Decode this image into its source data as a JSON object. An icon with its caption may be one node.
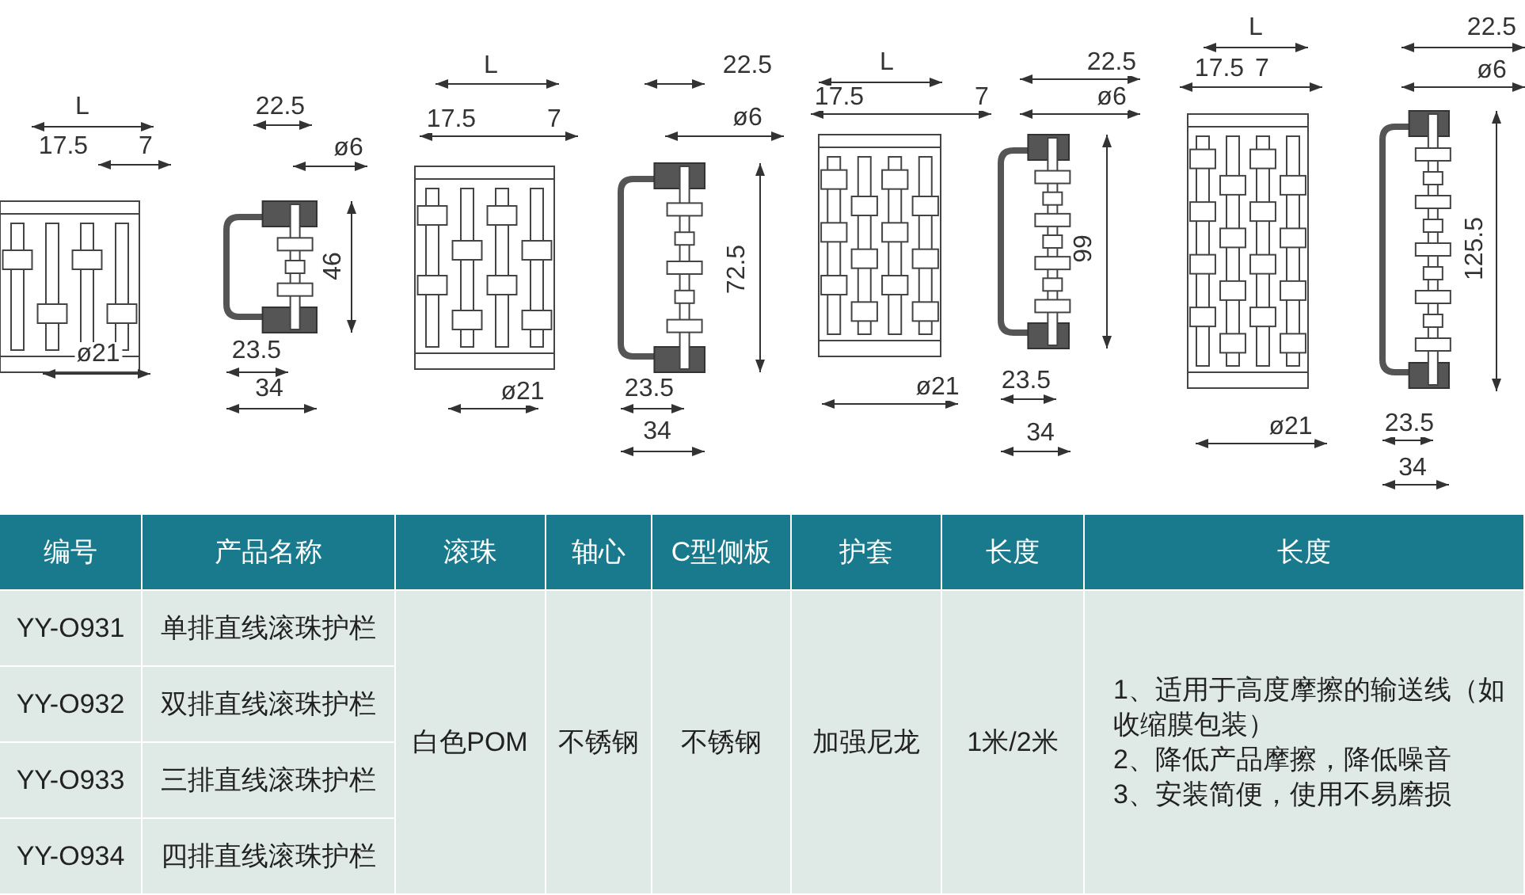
{
  "diagram": {
    "labels": [
      "L",
      "17.5",
      "7",
      "ø21",
      "22.5",
      "ø6",
      "46",
      "23.5",
      "34",
      "L",
      "17.5",
      "7",
      "ø21",
      "22.5",
      "ø6",
      "72.5",
      "23.5",
      "34",
      "L",
      "17.5",
      "7",
      "ø21",
      "22.5",
      "ø6",
      "99",
      "23.5",
      "34",
      "L",
      "17.5",
      "7",
      "ø21",
      "22.5",
      "ø6",
      "125.5",
      "23.5",
      "34",
      "编号",
      "产品名称",
      "滚珠",
      "轴心",
      "C型侧板",
      "护套",
      "长度",
      "长度",
      "YY-O931",
      "单排直线滚珠护栏",
      "白色POM",
      "不锈钢",
      "不锈钢",
      "加强尼龙",
      "1米/2米",
      "1、适用于高度摩擦的输送线（如收缩膜包装）",
      "2、降低产品摩擦，降低噪音",
      "3、安装简便，使用不易磨损",
      "YY-O932",
      "双排直线滚珠护栏",
      "YY-O933",
      "三排直线滚珠护栏",
      "YY-O934",
      "四排直线滚珠护栏"
    ]
  }
}
